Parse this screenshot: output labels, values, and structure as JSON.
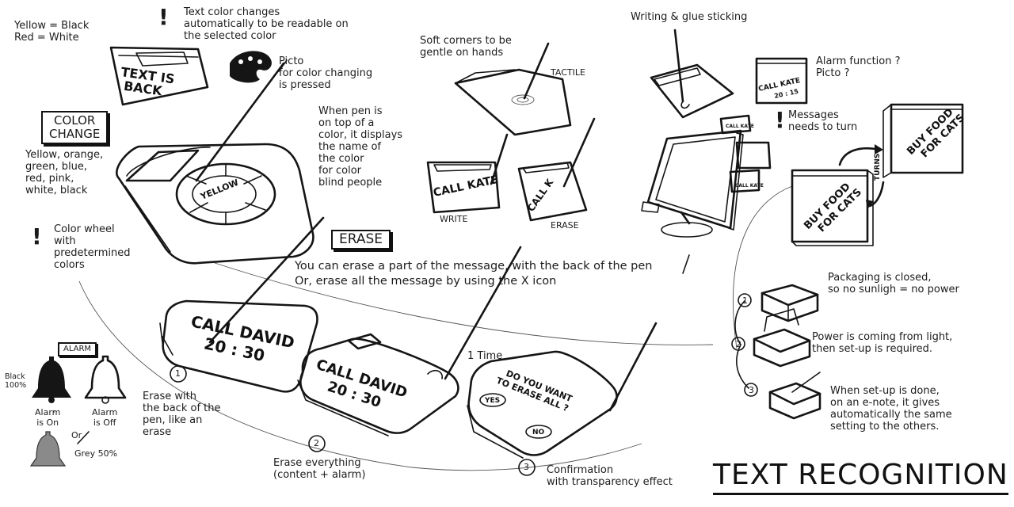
{
  "title": "TEXT RECOGNITION",
  "top_left": {
    "yellow_red": "Yellow = Black\nRed = White",
    "text_color": "Text color changes\nautomatically to be readable on\nthe selected color",
    "device_text": "TEXT IS\nBACK",
    "picto": "Picto\nfor color changing\nis pressed"
  },
  "color_change": {
    "heading": "COLOR\nCHANGE",
    "colors": "Yellow, orange,\ngreen, blue,\nred, pink,\nwhite, black",
    "pen_note": "When pen is\non top of a\ncolor, it displays\nthe name of\nthe color\nfor color\nblind people",
    "wheel_label": "YELLOW",
    "wheel_note": "Color wheel\nwith\npredetermined\ncolors"
  },
  "tactile": {
    "soft_corners": "Soft corners to be\ngentle on hands",
    "tactile_label": "TACTILE",
    "write_card": "CALL KATE",
    "write_label": "WRITE",
    "erase_card": "CALL K",
    "erase_label": "ERASE"
  },
  "top_right": {
    "writing_glue": "Writing & glue sticking",
    "alarm_card": "CALL KATE",
    "alarm_time": "20 : 15",
    "alarm_note": "Alarm function ?\nPicto ?",
    "messages_turn": "Messages\nneeds to turn",
    "note_a": "BUY FOOD\nFOR CATS",
    "note_b": "BUY FOOD\nFOR CATS",
    "turns": "TURNS",
    "call_kate_small": "CALL KATE"
  },
  "erase": {
    "heading": "ERASE",
    "description": "You can erase a part of the message, with the back of the pen\nOr, erase all the message by using the X icon",
    "card1": "CALL DAVID\n20 : 30",
    "card2": "CALL DAVID\n20 : 30",
    "time_label": "1 Time",
    "confirm_question": "DO YOU WANT\nTO ERASE ALL ?",
    "yes": "YES",
    "no": "NO",
    "step1_num": "1",
    "step1": "Erase with\nthe back of the\npen, like an\nerase",
    "step2_num": "2",
    "step2": "Erase everything\n(content + alarm)",
    "step3_num": "3",
    "step3": "Confirmation\nwith transparency effect"
  },
  "alarm": {
    "heading": "ALARM",
    "black": "Black\n100%",
    "on": "Alarm\nis On",
    "off": "Alarm\nis Off",
    "or": "Or",
    "grey": "Grey 50%"
  },
  "packaging": {
    "n1": "1",
    "n2": "2",
    "n3": "3",
    "closed": "Packaging is closed,\nso no sunligh = no power",
    "power": "Power is coming from light,\nthen set-up is required.",
    "setup_done": "When set-up is done,\non an e-note, it gives\nautomatically the same\nsetting to the others."
  }
}
